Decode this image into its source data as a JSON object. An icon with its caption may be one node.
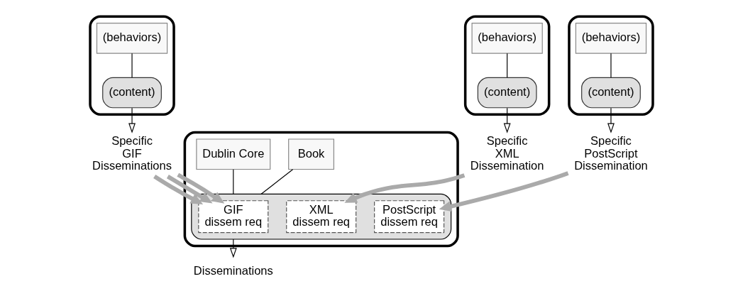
{
  "diagram": {
    "nodes": [
      {
        "text": [],
        "shape": "box"
      },
      {
        "text": [
          "(behaviors)"
        ],
        "in": 0
      },
      {
        "text": [
          "(content)"
        ],
        "in": 0
      },
      {
        "text": [
          "Specific GIF Disseminations"
        ]
      },
      {
        "text": [],
        "shape": "box"
      },
      {
        "text": [
          "Book"
        ],
        "in": 4
      },
      {
        "text": [
          "Dublin Core"
        ],
        "in": 4
      },
      {
        "text": [],
        "shape": "box",
        "in": 4
      },
      {
        "text": [
          "GIF",
          "dissem req"
        ],
        "in": 7
      },
      {
        "text": [
          "XML",
          "dissem req"
        ],
        "in": 7
      },
      {
        "text": [
          "PostScript",
          "dissem req"
        ],
        "in": 7
      },
      {
        "text": [
          "Disseminations"
        ]
      },
      {
        "text": [],
        "shape": "box"
      },
      {
        "text": [
          "(behaviors)"
        ],
        "in": 12
      },
      {
        "text": [
          "(content)"
        ],
        "in": 12
      },
      {
        "text": [
          "Specific XML Dissemination"
        ]
      },
      {
        "text": [],
        "shape": "box"
      },
      {
        "text": [
          "(behaviors)"
        ],
        "in": 16
      },
      {
        "text": [
          "(content)"
        ],
        "in": 16
      },
      {
        "text": [
          "Specific PostScript Dissemination"
        ]
      }
    ],
    "edges": [
      {
        "from": 1,
        "to": 2,
        "arrow": "none"
      },
      {
        "from": 2,
        "to": 3,
        "arrow": "to"
      },
      {
        "from": 3,
        "to": 8,
        "arrow": "to",
        "style": "thick",
        "color": "#aaaaaa"
      },
      {
        "from": 3,
        "to": 8,
        "arrow": "to",
        "style": "thick",
        "color": "#aaaaaa"
      },
      {
        "from": 3,
        "to": 8,
        "arrow": "to",
        "style": "thick",
        "color": "#aaaaaa"
      },
      {
        "from": 5,
        "to": 7,
        "arrow": "none"
      },
      {
        "from": 6,
        "to": 7,
        "arrow": "none"
      },
      {
        "from": 7,
        "to": 11,
        "arrow": "to"
      },
      {
        "from": 13,
        "to": 14,
        "arrow": "none"
      },
      {
        "from": 14,
        "to": 15,
        "arrow": "to"
      },
      {
        "from": 15,
        "to": 9,
        "arrow": "to",
        "style": "thick",
        "color": "#aaaaaa"
      },
      {
        "from": 17,
        "to": 18,
        "arrow": "none"
      },
      {
        "from": 18,
        "to": 19,
        "arrow": "to"
      },
      {
        "from": 19,
        "to": 10,
        "arrow": "to",
        "style": "thick",
        "color": "#aaaaaa"
      }
    ]
  }
}
